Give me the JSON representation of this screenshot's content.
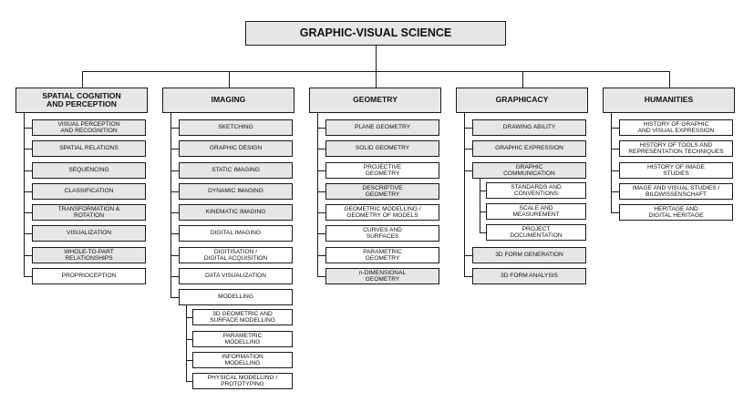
{
  "diagram": {
    "root": "GRAPHIC-VISUAL SCIENCE",
    "columns": [
      {
        "header": "SPATIAL COGNITION\nAND PERCEPTION",
        "items": [
          {
            "label": "VISUAL PERCEPTION\nAND RECOGNITION",
            "shade": "gray"
          },
          {
            "label": "SPATIAL RELATIONS",
            "shade": "gray"
          },
          {
            "label": "SEQUENCING",
            "shade": "gray"
          },
          {
            "label": "CLASSIFICATION",
            "shade": "gray"
          },
          {
            "label": "TRANSFORMATION &\nROTATION",
            "shade": "gray"
          },
          {
            "label": "VISUALIZATION",
            "shade": "gray"
          },
          {
            "label": "WHOLE-TO-PART\nRELATIONSHIPS",
            "shade": "gray"
          },
          {
            "label": "PROPRIOCEPTION",
            "shade": "white"
          }
        ]
      },
      {
        "header": "IMAGING",
        "items": [
          {
            "label": "SKETCHING",
            "shade": "gray"
          },
          {
            "label": "GRAPHIC DESIGN",
            "shade": "gray"
          },
          {
            "label": "STATIC IMAGING",
            "shade": "gray"
          },
          {
            "label": "DYNAMIC IMAGING",
            "shade": "gray"
          },
          {
            "label": "KINEMATIC IMAGING",
            "shade": "gray"
          },
          {
            "label": "DIGITAL IMAGING",
            "shade": "white"
          },
          {
            "label": "DIGITISATION /\nDIGITAL ACQUISITION",
            "shade": "white"
          },
          {
            "label": "DATA VISUALIZATION",
            "shade": "white"
          },
          {
            "label": "MODELLING",
            "shade": "white",
            "children": [
              {
                "label": "3D GEOMETRIC AND\nSURFACE MODELLING",
                "shade": "white"
              },
              {
                "label": "PARAMETRIC\nMODELLING",
                "shade": "white"
              },
              {
                "label": "INFORMATION\nMODELLING",
                "shade": "white"
              },
              {
                "label": "PHYSICAL MODELLING /\nPROTOTYPING",
                "shade": "white"
              }
            ]
          }
        ]
      },
      {
        "header": "GEOMETRY",
        "items": [
          {
            "label": "PLANE GEOMETRY",
            "shade": "gray"
          },
          {
            "label": "SOLID GEOMETRY",
            "shade": "gray"
          },
          {
            "label": "PROJECTIVE\nGEOMETRY",
            "shade": "white"
          },
          {
            "label": "DESCRIPTIVE\nGEOMETRY",
            "shade": "gray"
          },
          {
            "label": "GEOMETRIC MODELLING /\nGEOMETRY OF MODELS",
            "shade": "white"
          },
          {
            "label": "CURVES AND\nSURFACES",
            "shade": "white"
          },
          {
            "label": "PARAMETRIC\nGEOMETRY",
            "shade": "white"
          },
          {
            "label": "n-DIMENSIONAL\nGEOMETRY",
            "shade": "gray"
          }
        ]
      },
      {
        "header": "GRAPHICACY",
        "items": [
          {
            "label": "DRAWING ABILITY",
            "shade": "gray"
          },
          {
            "label": "GRAPHIC EXPRESSION",
            "shade": "gray"
          },
          {
            "label": "GRAPHIC\nCOMMUNICATION",
            "shade": "gray",
            "children": [
              {
                "label": "STANDARDS AND\nCONVENTIONS",
                "shade": "white"
              },
              {
                "label": "SCALE AND\nMEASUREMENT",
                "shade": "white"
              },
              {
                "label": "PROJECT\nDOCUMENTATION",
                "shade": "white"
              }
            ]
          },
          {
            "label": "3D FORM GENERATION",
            "shade": "gray"
          },
          {
            "label": "3D FORM ANALYSIS",
            "shade": "gray"
          }
        ]
      },
      {
        "header": "HUMANITIES",
        "items": [
          {
            "label": "HISTORY OF GRAPHIC\nAND VISUAL EXPRESSION",
            "shade": "white"
          },
          {
            "label": "HISTORY OF TOOLS AND\nREPRESENTATION TECHNIQUES",
            "shade": "white"
          },
          {
            "label": "HISTORY OF IMAGE\nSTUDIES",
            "shade": "white"
          },
          {
            "label": "IMAGE AND VISUAL STUDIES /\nBILDWISSENSCHAFT",
            "shade": "white"
          },
          {
            "label": "HERITAGE AND\nDIGITAL HERITAGE",
            "shade": "white"
          }
        ]
      }
    ]
  }
}
